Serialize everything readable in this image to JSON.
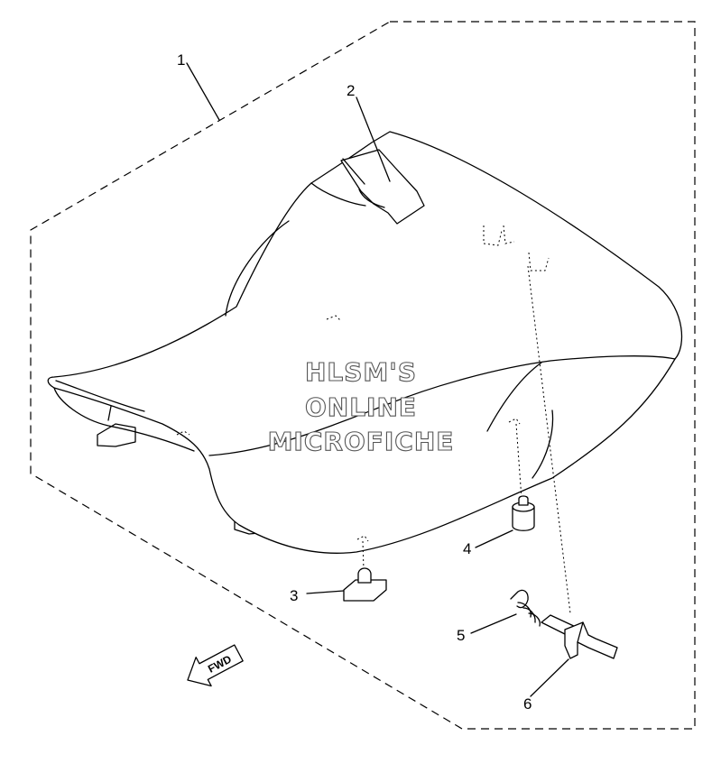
{
  "callouts": [
    {
      "id": "1",
      "label": "1"
    },
    {
      "id": "2",
      "label": "2"
    },
    {
      "id": "3",
      "label": "3"
    },
    {
      "id": "4",
      "label": "4"
    },
    {
      "id": "5",
      "label": "5"
    },
    {
      "id": "6",
      "label": "6"
    }
  ],
  "watermark": {
    "line1": "HLSM'S",
    "line2": "ONLINE",
    "line3": "MICROFICHE"
  },
  "direction_arrow": {
    "label": "FWD"
  }
}
